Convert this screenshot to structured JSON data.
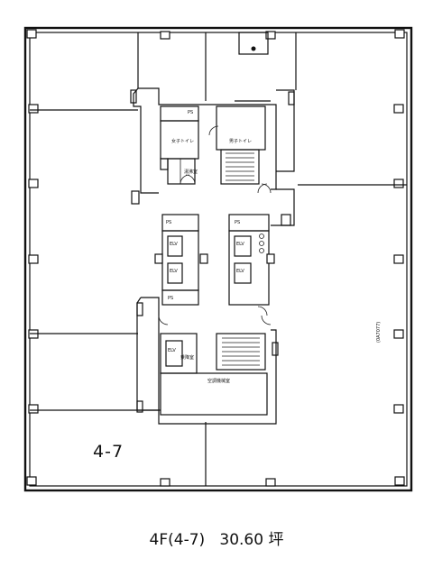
{
  "unit_label": "4-7",
  "caption": {
    "floor": "4F(4-7)",
    "area": "30.60",
    "area_unit": "坪"
  },
  "rooms": {
    "ps": "PS",
    "womens_toilet": "女子トイレ",
    "mens_toilet": "男子トイレ",
    "janitor": "湯沸室",
    "elv": "ELV",
    "elevator_hall": "乗降室",
    "machine_room": "空調機械室",
    "sample_mark": "(0A7077)"
  },
  "colors": {
    "line": "#111111",
    "background": "#ffffff"
  }
}
